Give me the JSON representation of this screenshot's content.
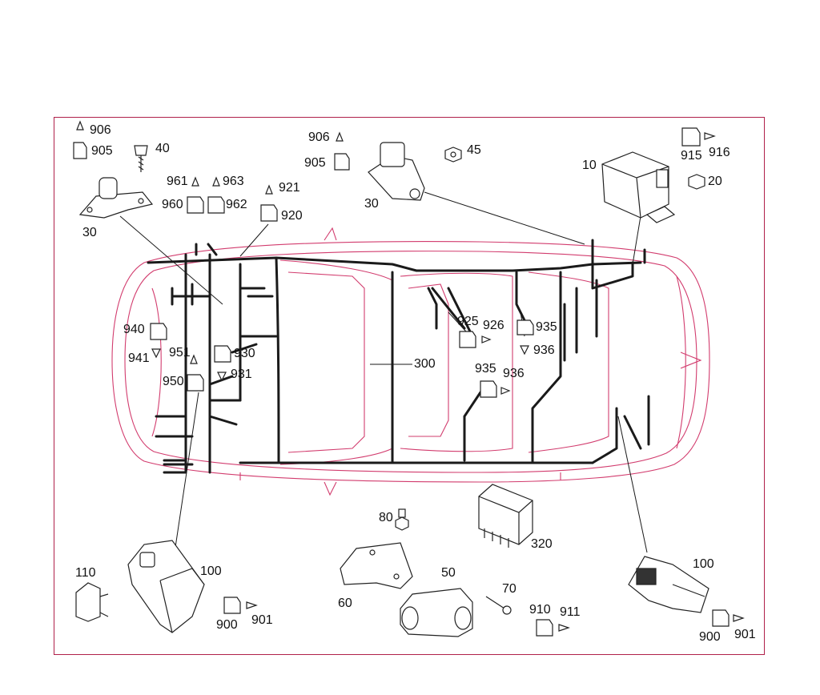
{
  "colors": {
    "frame": "#b0204a",
    "car_outline": "#d23c6e",
    "harness": "#1a1a1a",
    "parts": "#222222"
  },
  "callouts": {
    "c906_tl": "906",
    "c905_tl": "905",
    "c40": "40",
    "c30_left": "30",
    "c961": "961",
    "c963": "963",
    "c960": "960",
    "c962": "962",
    "c921": "921",
    "c920": "920",
    "c906_top": "906",
    "c905_top": "905",
    "c45": "45",
    "c30_top": "30",
    "c915": "915",
    "c916": "916",
    "c10": "10",
    "c20": "20",
    "c940": "940",
    "c941": "941",
    "c951": "951",
    "c950": "950",
    "c930": "930",
    "c931": "931",
    "c300": "300",
    "c925": "925",
    "c926": "926",
    "c935_a": "935",
    "c936_a": "936",
    "c935_b": "935",
    "c936_b": "936",
    "c80": "80",
    "c320": "320",
    "c110": "110",
    "c100_left": "100",
    "c900_left": "900",
    "c901_left": "901",
    "c60": "60",
    "c50": "50",
    "c70": "70",
    "c910": "910",
    "c911": "911",
    "c100_right": "100",
    "c900_right": "900",
    "c901_right": "901"
  },
  "icons": [
    "connector-housing-icon",
    "contact-pin-icon",
    "bolt-icon",
    "nut-icon",
    "sensor-icon",
    "control-unit-icon",
    "relay-plate-icon",
    "bracket-icon"
  ]
}
